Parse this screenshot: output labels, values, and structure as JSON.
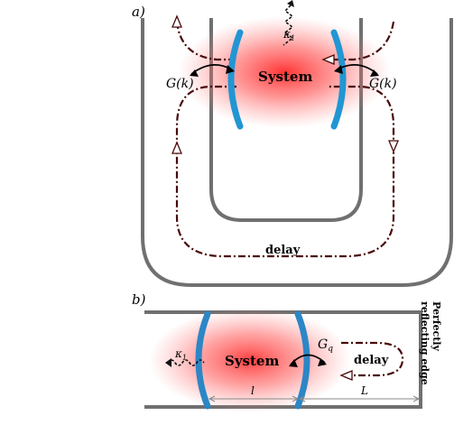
{
  "panel_a": {
    "label": "a)",
    "system_label": "System",
    "kappa_label": "κ",
    "kappa_sub": "1",
    "coupling_left": "G(k)",
    "coupling_right": "G(k)",
    "delay_label": "delay"
  },
  "panel_b": {
    "label": "b)",
    "system_label": "System",
    "kappa_label": "κ",
    "kappa_sub": "1",
    "coupling": "G",
    "coupling_sub": "q",
    "delay_label": "delay",
    "length_l": "l",
    "length_L": "L",
    "edge_label_line1": "Perfectly",
    "edge_label_line2": "reflecting edge"
  },
  "colors": {
    "waveguide": "#707070",
    "mirror": "#2196d3",
    "loop": "#4a0a0a",
    "system_glow": "#ff3030"
  }
}
